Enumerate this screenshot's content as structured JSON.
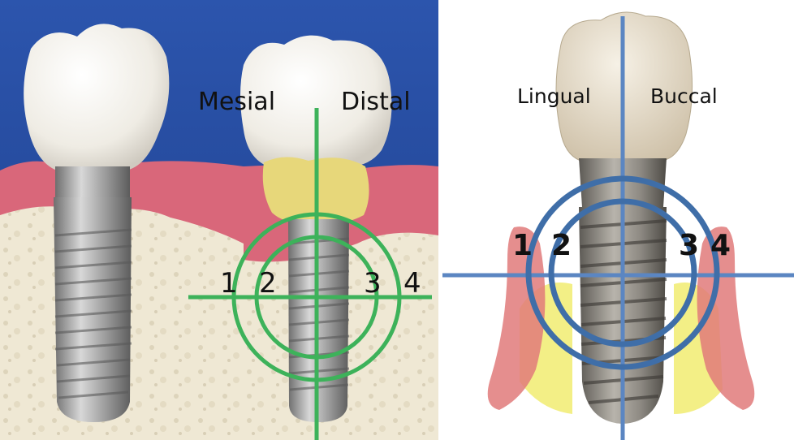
{
  "left_panel": {
    "labels": {
      "mesial": "Mesial",
      "distal": "Distal"
    },
    "numbers": [
      "1",
      "2",
      "3",
      "4"
    ],
    "colors": {
      "crosshair": "#3db25a",
      "background": "#2a52a8",
      "gum": "#d9677a",
      "bone": "#efe8d4",
      "calculus": "#e7d77a"
    }
  },
  "right_panel": {
    "labels": {
      "lingual": "Lingual",
      "buccal": "Buccal"
    },
    "numbers": [
      "1",
      "2",
      "3",
      "4"
    ],
    "colors": {
      "crosshair": "#5b86c2",
      "circles": "#3f6ea8",
      "gum": "#e07a7a",
      "bone": "#f3ef86"
    }
  }
}
